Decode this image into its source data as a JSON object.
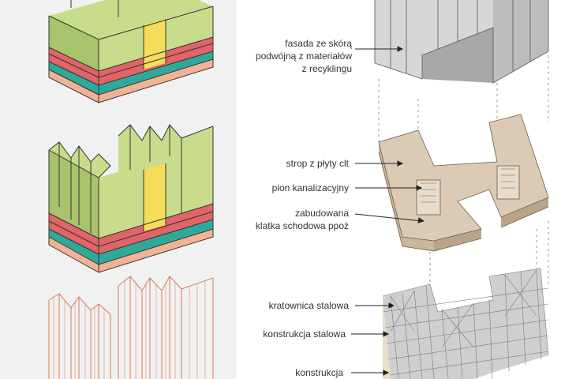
{
  "colors": {
    "panel_bg": "#f1f1f1",
    "green_top": "#c8dc8c",
    "green_side": "#a9c36d",
    "yellow_core": "#f5dc5a",
    "red_floor": "#e06468",
    "teal_floor": "#2fa99a",
    "salmon_base": "#f2b296",
    "facade_grey": "#c4c4c4",
    "slab_beige": "#dccbb4",
    "steel_grey": "#b9b9b9",
    "label_text": "#333333"
  },
  "labels": {
    "facade": [
      "fasada ze skórą",
      "podwójną z materiałów",
      "z recyklingu"
    ],
    "clt_slab": "strop z płyty clt",
    "sewer_riser": "pion kanalizacyjny",
    "staircase": [
      "zabudowana",
      "klatka schodowa ppoż"
    ],
    "steel_truss": "kratownica stalowa",
    "steel_structure": "konstrukcja stalowa",
    "structure": "konstrukcja"
  }
}
